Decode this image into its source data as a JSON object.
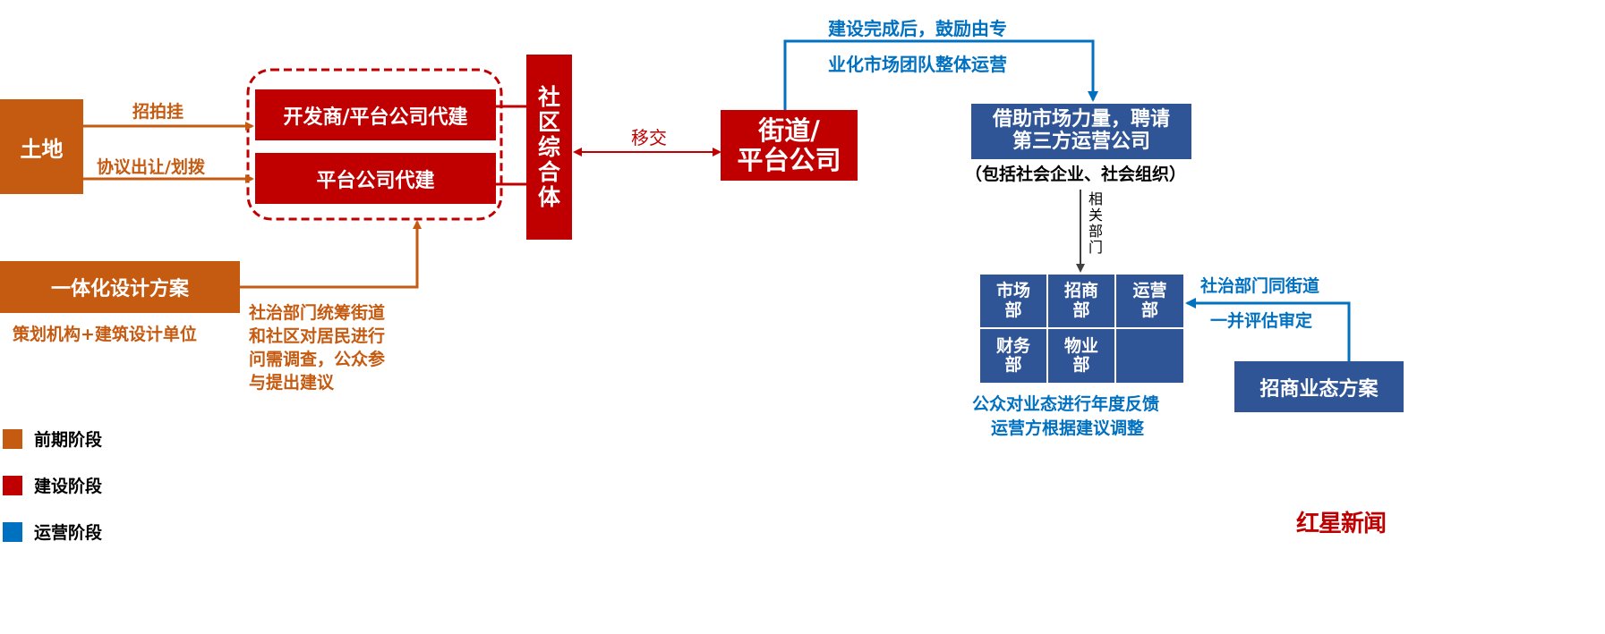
{
  "nodes": {
    "land": "土地",
    "developer_build": "开发商/平台公司代建",
    "platform_build": "平台公司代建",
    "community_complex": [
      "社",
      "区",
      "综",
      "合",
      "体"
    ],
    "integrated_design": "一体化设计方案",
    "street_platform_line1": "街道/",
    "street_platform_line2": "平台公司",
    "third_party_line1": "借助市场力量，聘请",
    "third_party_line2": "第三方运营公司",
    "third_party_note": "（包括社会企业、社会组织）",
    "merchant_plan": "招商业态方案"
  },
  "edge_labels": {
    "auction": "招拍挂",
    "agreement": "协议出让/划拨",
    "transfer": "移交",
    "related_dept": [
      "相",
      "关",
      "部",
      "门"
    ]
  },
  "annotations": {
    "planning_units": "策划机构+建筑设计单位",
    "survey_lines": [
      "社治部门统筹街道",
      "和社区对居民进行",
      "问需调查，公众参",
      "与提出建议"
    ],
    "after_completion_lines": [
      "建设完成后，鼓励由专",
      "业化市场团队整体运营"
    ],
    "joint_review_lines": [
      "社治部门同街道",
      "一并评估审定"
    ],
    "feedback_lines": [
      "公众对业态进行年度反馈",
      "运营方根据建议调整"
    ]
  },
  "departments": [
    [
      "市场",
      "部"
    ],
    [
      "招商",
      "部"
    ],
    [
      "运营",
      "部"
    ],
    [
      "财务",
      "部"
    ],
    [
      "物业",
      "部"
    ]
  ],
  "legend": [
    {
      "label": "前期阶段",
      "color": "#C55A11"
    },
    {
      "label": "建设阶段",
      "color": "#C00000"
    },
    {
      "label": "运营阶段",
      "color": "#0070C0"
    }
  ],
  "watermark": "红星新闻",
  "colors": {
    "orange": "#C55A11",
    "red": "#C00000",
    "blue": "#0070C0",
    "navy": "#2F5597"
  }
}
